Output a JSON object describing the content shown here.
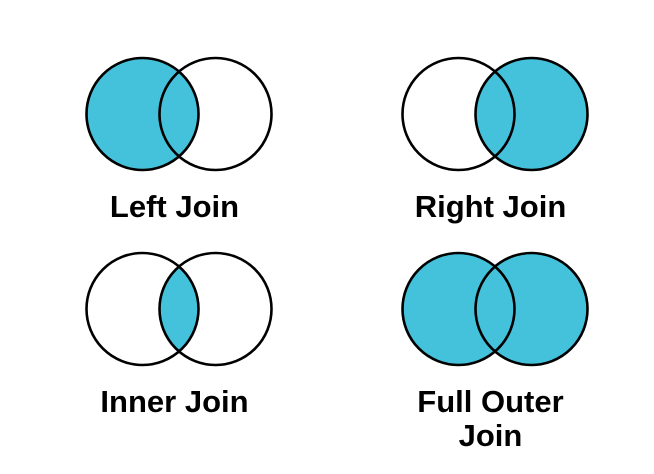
{
  "page": {
    "description": "SQL join types illustrated as two-circle Venn diagrams in a 2x2 grid"
  },
  "colors": {
    "background": "#FFFFFF",
    "accent_fill": "#45C2DB",
    "empty_fill": "#FFFFFF",
    "circle_outline": "#000000",
    "label_text": "#000000"
  },
  "diagrams": [
    {
      "name": "left-join",
      "label": "Left Join",
      "shaded_regions": [
        "left",
        "intersection"
      ],
      "fills": {
        "left": "#45C2DB",
        "right": "#FFFFFF",
        "intersection": "#45C2DB"
      }
    },
    {
      "name": "right-join",
      "label": "Right Join",
      "shaded_regions": [
        "right",
        "intersection"
      ],
      "fills": {
        "left": "#FFFFFF",
        "right": "#45C2DB",
        "intersection": "#45C2DB"
      }
    },
    {
      "name": "inner-join",
      "label": "Inner Join",
      "shaded_regions": [
        "intersection"
      ],
      "fills": {
        "left": "#FFFFFF",
        "right": "#FFFFFF",
        "intersection": "#45C2DB"
      }
    },
    {
      "name": "full-outer-join",
      "label": "Full Outer Join",
      "shaded_regions": [
        "left",
        "right",
        "intersection"
      ],
      "fills": {
        "left": "#45C2DB",
        "right": "#45C2DB",
        "intersection": "#45C2DB"
      }
    }
  ]
}
